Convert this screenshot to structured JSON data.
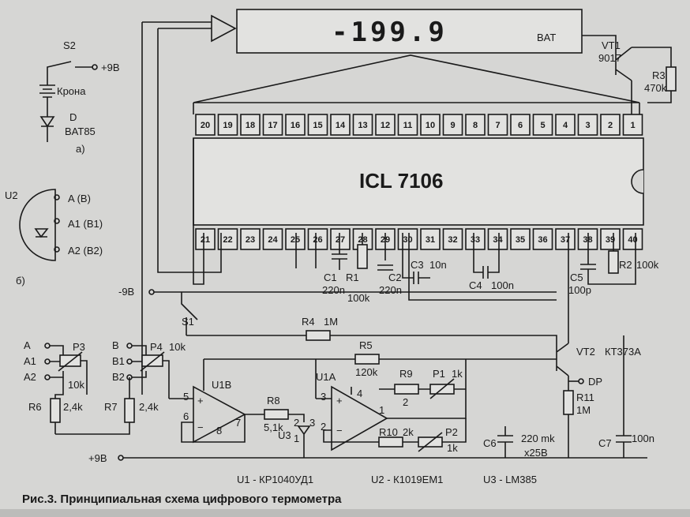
{
  "display": {
    "readout": "-199.9",
    "bat_label": "BAT"
  },
  "chip": {
    "name": "ICL 7106"
  },
  "pins_top": [
    "20",
    "19",
    "18",
    "17",
    "16",
    "15",
    "14",
    "13",
    "12",
    "11",
    "10",
    "9",
    "8",
    "7",
    "6",
    "5",
    "4",
    "3",
    "2",
    "1"
  ],
  "pins_bottom": [
    "21",
    "22",
    "23",
    "24",
    "25",
    "26",
    "27",
    "28",
    "29",
    "30",
    "31",
    "32",
    "33",
    "34",
    "35",
    "36",
    "37",
    "38",
    "39",
    "40"
  ],
  "power": {
    "s2": "S2",
    "plus9v_top": "+9В",
    "battery": "Крона",
    "diode_d": "D",
    "diode_type": "BAT85",
    "sub_a": "а)",
    "minus9v": "-9В",
    "plus9v_bottom": "+9В"
  },
  "sensor": {
    "u2": "U2",
    "a": "A (B)",
    "a1": "A1 (B1)",
    "a2": "A2 (B2)",
    "sub_b": "б)"
  },
  "components": {
    "vt1": "VT1",
    "vt1_type": "9017",
    "r3": "R3",
    "r3_val": "470k",
    "c1": "C1",
    "c1_val": "220n",
    "r1": "R1",
    "r1_val": "100k",
    "c2": "C2",
    "c2_val": "220n",
    "c3": "C3",
    "c3_val": "10n",
    "c4": "C4",
    "c4_val": "100n",
    "c5": "C5",
    "c5_val": "100p",
    "r2": "R2",
    "r2_val": "100k",
    "s1": "S1",
    "r4": "R4",
    "r4_val": "1M",
    "r5": "R5",
    "r5_val": "120k",
    "vt2": "VT2",
    "vt2_type": "КТ373А",
    "dp": "DP",
    "r11": "R11",
    "r11_val": "1M",
    "p3": "P3",
    "p3_val": "10k",
    "p4": "P4",
    "p4_val": "10k",
    "r6": "R6",
    "r6_val": "2,4k",
    "r7": "R7",
    "r7_val": "2,4k",
    "in_a": "A",
    "in_a1": "A1",
    "in_a2": "A2",
    "in_b": "B",
    "in_b1": "B1",
    "in_b2": "B2",
    "u1b": "U1B",
    "u1a": "U1A",
    "r8": "R8",
    "r8_val": "5,1k",
    "u3": "U3",
    "r9": "R9",
    "r9_val": "2",
    "p1": "P1",
    "p1_val": "1k",
    "r10": "R10",
    "r10_val": "2k",
    "p2": "P2",
    "p2_val": "1k",
    "c6": "C6",
    "c6_val": "220 mk",
    "c6_volt": "x25B",
    "c7": "C7",
    "c7_val": "100n",
    "op_n2": "2",
    "op_n3": "3",
    "op_n4": "4",
    "op_n1": "1",
    "op_n5": "5",
    "op_n6": "6",
    "op_n7": "7",
    "op_n8": "8",
    "u3_n2": "2",
    "u3_n1": "1",
    "u3_n3": "3"
  },
  "legend": {
    "u1": "U1 - КР1040УД1",
    "u2": "U2 - К1019ЕМ1",
    "u3": "U3 - LM385"
  },
  "caption": "Рис.3. Принципиальная схема цифрового термометра"
}
